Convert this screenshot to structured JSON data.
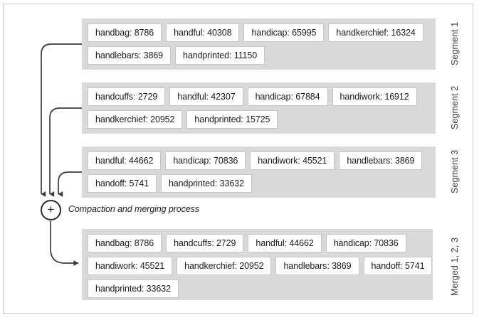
{
  "figure": {
    "title": "Compaction and merging process",
    "process_label": "Compaction and merging process",
    "merge_node_symbol": "+",
    "colors": {
      "panel_background": "#d9d9d9",
      "chip_background": "#ffffff",
      "chip_border": "#c6c6c6",
      "frame_border": "#c8c8c8",
      "wire": "#3b3b3b",
      "text": "#1a1a1a",
      "label_text": "#3d3d3d"
    }
  },
  "segments": [
    {
      "id": "segment-1",
      "label": "Segment 1",
      "rows": [
        [
          "handbag: 8786",
          "handful: 40308",
          "handicap: 65995",
          "handkerchief: 16324"
        ],
        [
          "handlebars: 3869",
          "handprinted: 11150"
        ]
      ],
      "entries": [
        {
          "term": "handbag",
          "count": 8786
        },
        {
          "term": "handful",
          "count": 40308
        },
        {
          "term": "handicap",
          "count": 65995
        },
        {
          "term": "handkerchief",
          "count": 16324
        },
        {
          "term": "handlebars",
          "count": 3869
        },
        {
          "term": "handprinted",
          "count": 11150
        }
      ]
    },
    {
      "id": "segment-2",
      "label": "Segment 2",
      "rows": [
        [
          "handcuffs: 2729",
          "handful: 42307",
          "handicap: 67884",
          "handiwork: 16912"
        ],
        [
          "handkerchief: 20952",
          "handprinted: 15725"
        ]
      ],
      "entries": [
        {
          "term": "handcuffs",
          "count": 2729
        },
        {
          "term": "handful",
          "count": 42307
        },
        {
          "term": "handicap",
          "count": 67884
        },
        {
          "term": "handiwork",
          "count": 16912
        },
        {
          "term": "handkerchief",
          "count": 20952
        },
        {
          "term": "handprinted",
          "count": 15725
        }
      ]
    },
    {
      "id": "segment-3",
      "label": "Segment 3",
      "rows": [
        [
          "handful: 44662",
          "handicap: 70836",
          "handiwork: 45521",
          "handlebars: 3869"
        ],
        [
          "handoff: 5741",
          "handprinted: 33632"
        ]
      ],
      "entries": [
        {
          "term": "handful",
          "count": 44662
        },
        {
          "term": "handicap",
          "count": 70836
        },
        {
          "term": "handiwork",
          "count": 45521
        },
        {
          "term": "handlebars",
          "count": 3869
        },
        {
          "term": "handoff",
          "count": 5741
        },
        {
          "term": "handprinted",
          "count": 33632
        }
      ]
    }
  ],
  "merged": {
    "id": "merged-panel",
    "label": "Merged 1, 2, 3",
    "rows": [
      [
        "handbag: 8786",
        "handcuffs: 2729",
        "handful: 44662",
        "handicap: 70836"
      ],
      [
        "handiwork: 45521",
        "handkerchief: 20952",
        "handlebars: 3869",
        "handoff: 5741"
      ],
      [
        "handprinted: 33632"
      ]
    ],
    "entries": [
      {
        "term": "handbag",
        "count": 8786
      },
      {
        "term": "handcuffs",
        "count": 2729
      },
      {
        "term": "handful",
        "count": 44662
      },
      {
        "term": "handicap",
        "count": 70836
      },
      {
        "term": "handiwork",
        "count": 45521
      },
      {
        "term": "handkerchief",
        "count": 20952
      },
      {
        "term": "handlebars",
        "count": 3869
      },
      {
        "term": "handoff",
        "count": 5741
      },
      {
        "term": "handprinted",
        "count": 33632
      }
    ]
  }
}
